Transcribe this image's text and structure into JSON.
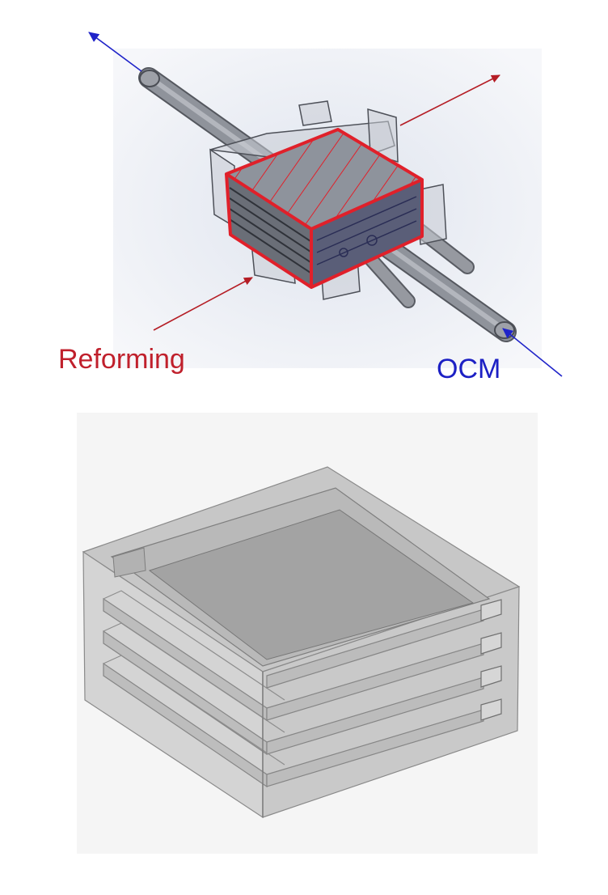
{
  "top_figure": {
    "labels": {
      "reforming": "Reforming",
      "ocm": "OCM"
    },
    "colors": {
      "reforming": "#c0202c",
      "ocm": "#1c20c4",
      "highlight": "#e0202a"
    }
  },
  "bottom_figure": {
    "channel_count": 4
  }
}
